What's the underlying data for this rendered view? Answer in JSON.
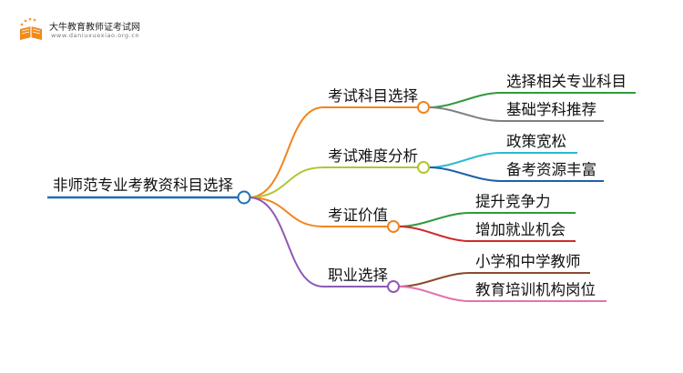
{
  "header": {
    "site_name": "大牛教育教师证考试网",
    "site_url": "www.daniuxuexiao.org.cn"
  },
  "mindmap": {
    "root": "非师范专业考教资科目选择",
    "branches": [
      {
        "label": "考试科目选择",
        "color": "#F2841D",
        "children": [
          {
            "label": "选择相关专业科目",
            "color": "#2E9B3A"
          },
          {
            "label": "基础学科推荐",
            "color": "#808080"
          }
        ]
      },
      {
        "label": "考试难度分析",
        "color": "#B4C531",
        "children": [
          {
            "label": "政策宽松",
            "color": "#2BBBD0"
          },
          {
            "label": "备考资源丰富",
            "color": "#1E5FA8"
          }
        ]
      },
      {
        "label": "考证价值",
        "color": "#F2841D",
        "children": [
          {
            "label": "提升竞争力",
            "color": "#2E9B3A"
          },
          {
            "label": "增加就业机会",
            "color": "#D02A2A"
          }
        ]
      },
      {
        "label": "职业选择",
        "color": "#8E5AB5",
        "children": [
          {
            "label": "小学和中学教师",
            "color": "#8B4A2F"
          },
          {
            "label": "教育培训机构岗位",
            "color": "#E273B3"
          }
        ]
      }
    ],
    "root_color": "#1E6FB5"
  }
}
